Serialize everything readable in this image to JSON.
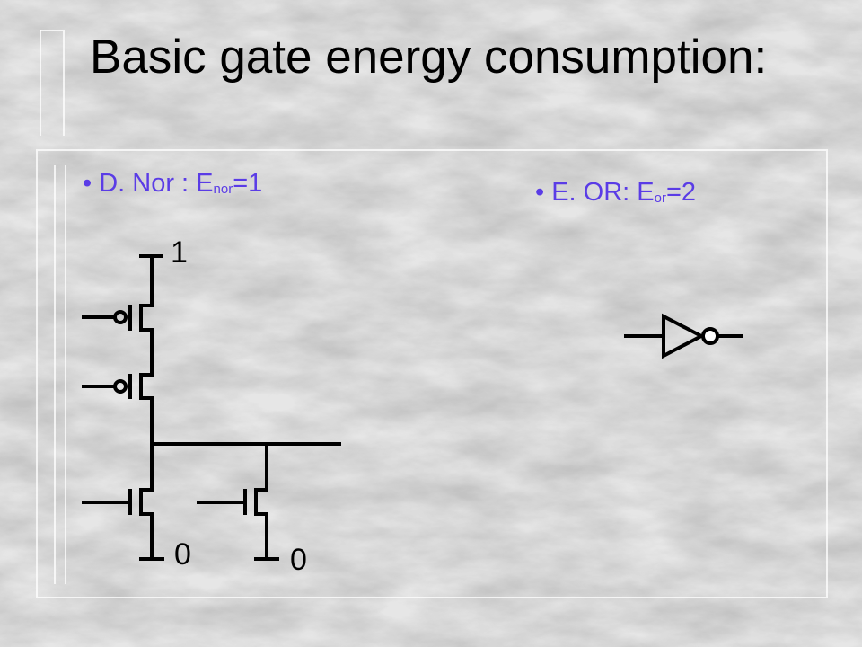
{
  "slide": {
    "title": "Basic gate energy consumption:",
    "bullets": [
      {
        "label": "D. Nor : E",
        "sub": "nor",
        "value": "=1"
      },
      {
        "label": "E. OR: E",
        "sub": "or",
        "value": "=2"
      }
    ]
  },
  "nor_circuit": {
    "supply_label": "1",
    "ground_labels": [
      "0",
      "0"
    ]
  },
  "colors": {
    "title": "#000000",
    "bullet": "#5a3ce6",
    "background": "#e4e4e4"
  },
  "icons": [
    "inverter-symbol",
    "pmos-transistor",
    "nmos-transistor"
  ]
}
